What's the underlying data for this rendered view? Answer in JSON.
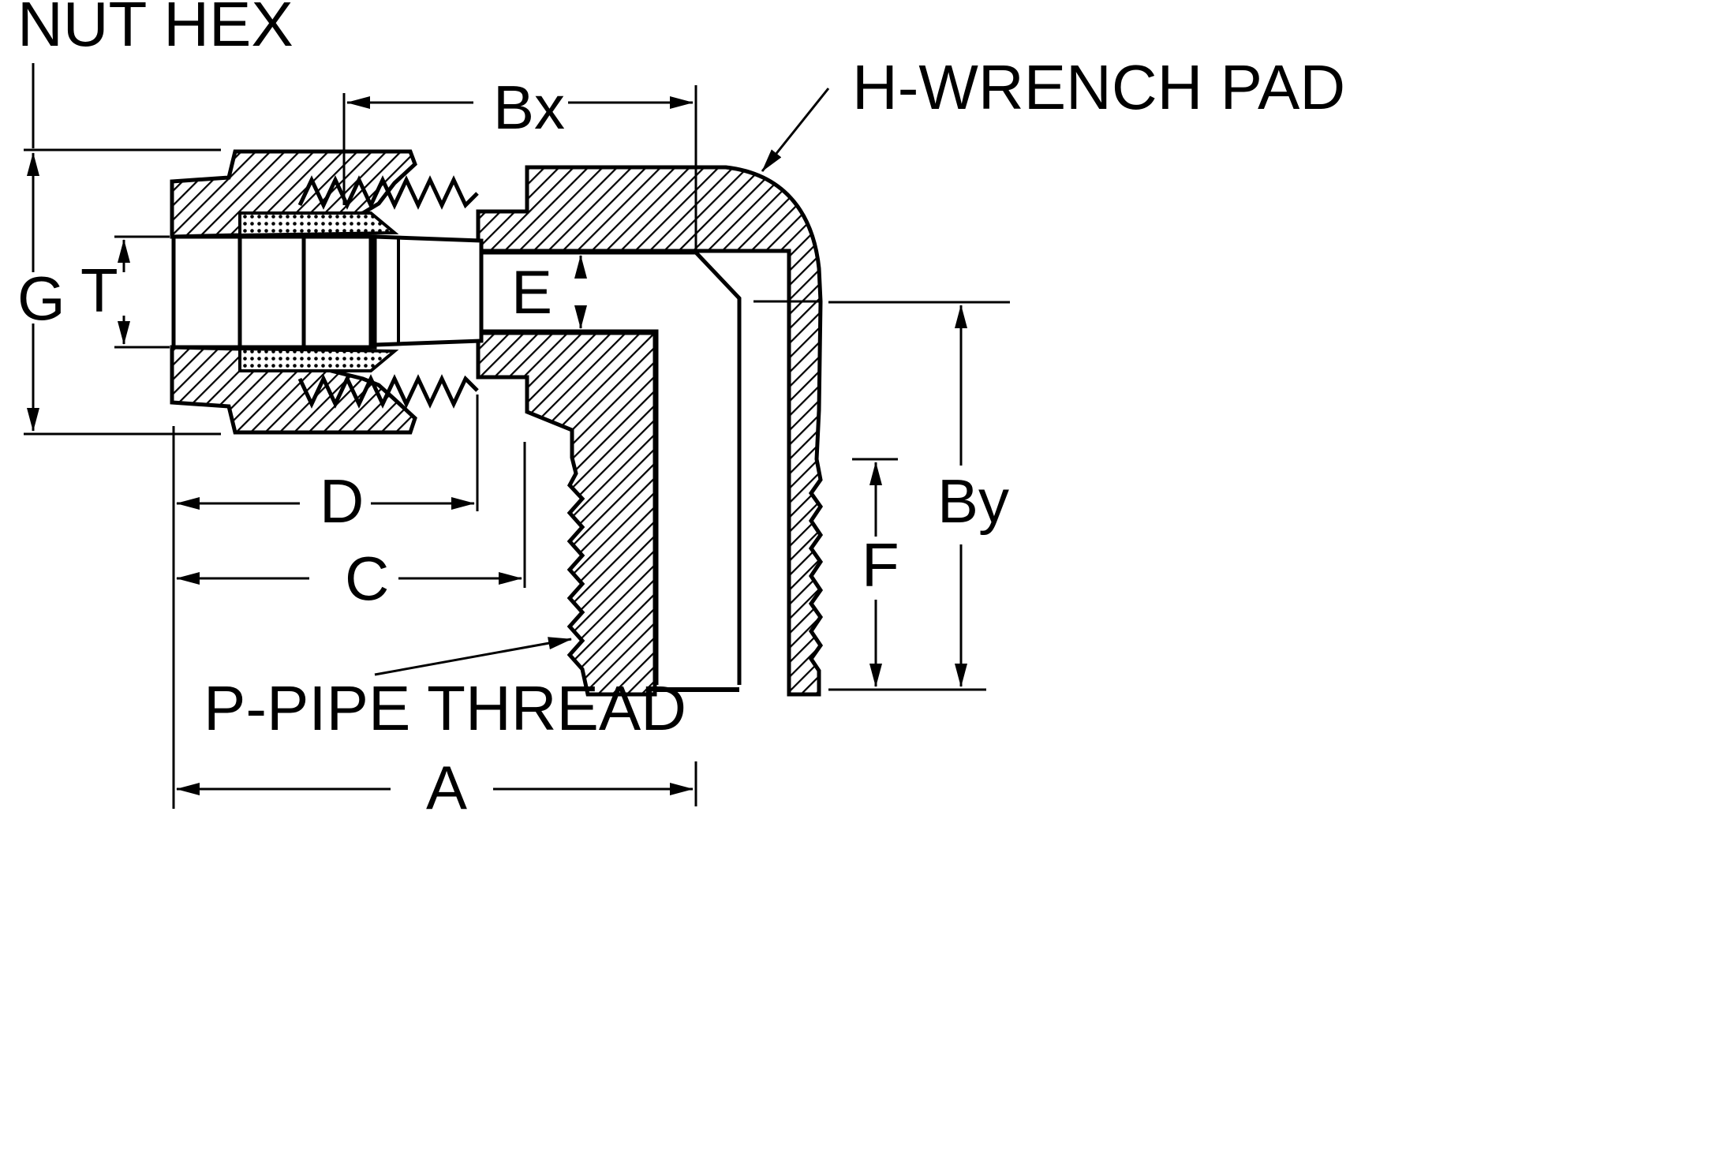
{
  "labels": {
    "nut_hex": "NUT HEX",
    "wrench_pad": "H-WRENCH PAD",
    "pipe_thread": "P-PIPE THREAD"
  },
  "dimensions": {
    "A": "A",
    "Bx": "Bx",
    "By": "By",
    "C": "C",
    "D": "D",
    "E": "E",
    "F": "F",
    "G": "G",
    "T": "T"
  },
  "colors": {
    "ink": "#000000",
    "paper": "#ffffff"
  }
}
